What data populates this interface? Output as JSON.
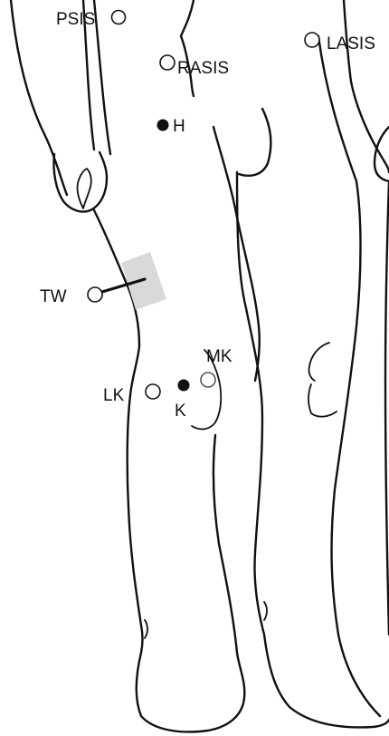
{
  "colors": {
    "outline": "#111111",
    "wand_box": "#d9d9d9",
    "wand_stick": "#111111",
    "background": "#ffffff"
  },
  "markers": {
    "psis": {
      "label": "PSIS",
      "style": "open"
    },
    "rasis": {
      "label": "RASIS",
      "style": "open"
    },
    "lasis": {
      "label": "LASIS",
      "style": "open"
    },
    "h": {
      "label": "H",
      "style": "filled"
    },
    "tw": {
      "label": "TW",
      "style": "open"
    },
    "mk": {
      "label": "MK",
      "style": "open"
    },
    "lk": {
      "label": "LK",
      "style": "open"
    },
    "k": {
      "label": "K",
      "style": "filled"
    }
  }
}
